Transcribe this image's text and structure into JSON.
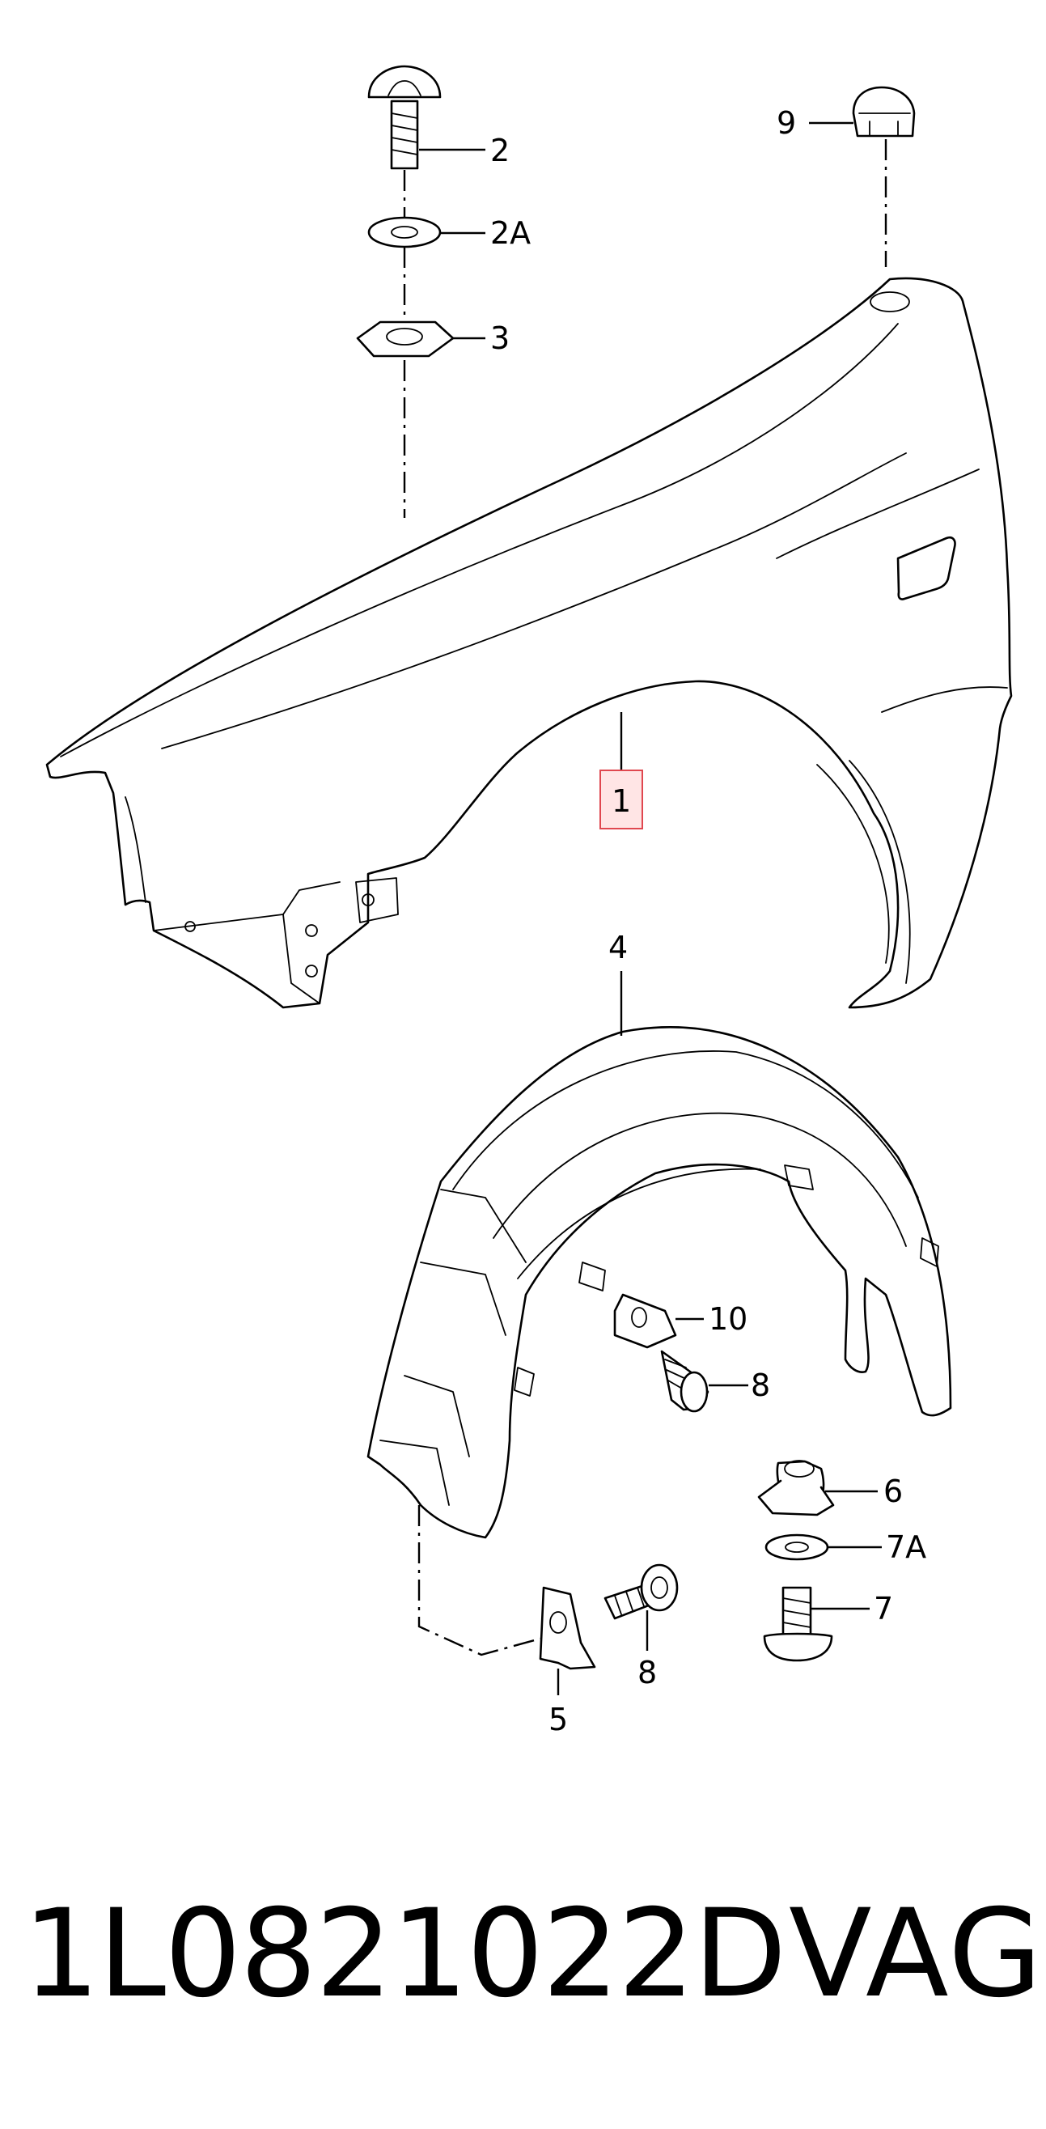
{
  "callouts": {
    "c1": "1",
    "c2": "2",
    "c2a": "2A",
    "c3": "3",
    "c4": "4",
    "c5": "5",
    "c6": "6",
    "c7": "7",
    "c7a": "7A",
    "c8a": "8",
    "c8b": "8",
    "c9": "9",
    "c10": "10"
  },
  "footer": {
    "part_number": "1L0821022D",
    "brand": "VAG"
  },
  "colors": {
    "line": "#000000",
    "highlight_stroke": "#e0474f",
    "highlight_fill": "#ffb4b4"
  }
}
